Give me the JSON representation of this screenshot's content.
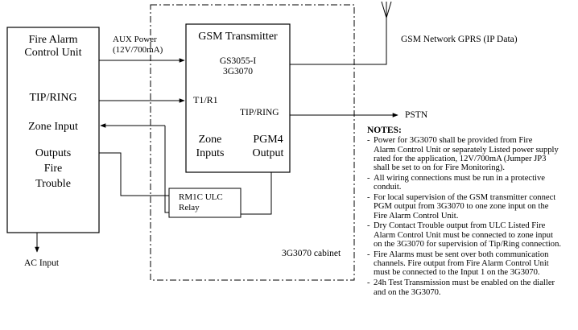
{
  "facp": {
    "title_1": "Fire Alarm",
    "title_2": "Control Unit",
    "tip_ring": "TIP/RING",
    "zone_input": "Zone Input",
    "outputs_1": "Outputs",
    "outputs_2": "Fire",
    "outputs_3": "Trouble"
  },
  "aux_power": {
    "line_1": "AUX Power",
    "line_2": "(12V/700mA)"
  },
  "gsm": {
    "title": "GSM Transmitter",
    "model_1": "GS3055-I",
    "model_2": "3G3070",
    "t1r1": "T1/R1",
    "tip_ring": "TIP/RING",
    "zone_1": "Zone",
    "zone_2": "Inputs",
    "pgm_1": "PGM4",
    "pgm_2": "Output"
  },
  "relay": {
    "line_1": "RM1C ULC",
    "line_2": "Relay"
  },
  "network": "GSM Network GPRS (IP Data)",
  "pstn": "PSTN",
  "ac_input": "AC Input",
  "cabinet": "3G3070 cabinet",
  "notes": {
    "title": "NOTES:",
    "items": [
      {
        "dash": "-",
        "lines": [
          "Power for 3G3070 shall be provided from Fire",
          "Alarm Control Unit or separately Listed power supply",
          "rated for the application, 12V/700mA (Jumper JP3",
          "shall be set to on for Fire Monitoring)."
        ]
      },
      {
        "dash": "-",
        "lines": [
          "All wiring connections must be run in a protective",
          "conduit."
        ]
      },
      {
        "dash": "-",
        "lines": [
          "For local supervision of the GSM transmitter connect",
          "PGM output from 3G3070 to one zone input on the",
          "Fire Alarm Control Unit."
        ]
      },
      {
        "dash": "-",
        "lines": [
          "Dry Contact Trouble output from ULC Listed Fire",
          "Alarm Control Unit must be connected to zone input",
          "on the 3G3070 for supervision of Tip/Ring connection."
        ]
      },
      {
        "dash": "-",
        "lines": [
          "Fire Alarms must be sent over both communication",
          "channels. Fire output from Fire Alarm Control Unit",
          "must be connected to the Input 1 on the 3G3070."
        ]
      },
      {
        "dash": "-",
        "lines": [
          "24h Test Transmission must be enabled on the dialler",
          "and on the 3G3070."
        ]
      }
    ]
  }
}
